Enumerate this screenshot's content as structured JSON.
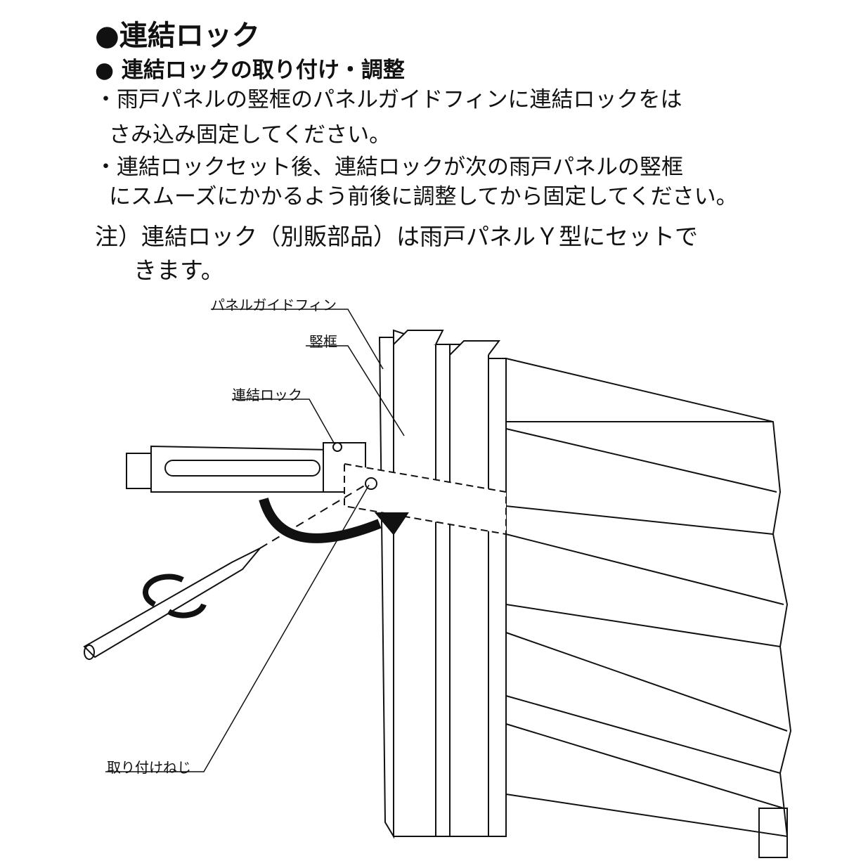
{
  "title": "●連結ロック",
  "subtitle": "● 連結ロックの取り付け・調整",
  "instructions": [
    "・雨戸パネルの竪框のパネルガイドフィンに連結ロックをは",
    "さみ込み固定してください。",
    "・連結ロックセット後、連結ロックが次の雨戸パネルの竪框",
    "にスムーズにかかるよう前後に調整してから固定してください。"
  ],
  "note": [
    "注）連結ロック（別販部品）は雨戸パネルＹ型にセットで",
    "きます。"
  ],
  "diagram_labels": {
    "guide_fin": "パネルガイドフィン",
    "stile": "竪框",
    "lock": "連結ロック",
    "screw": "取り付けねじ"
  }
}
